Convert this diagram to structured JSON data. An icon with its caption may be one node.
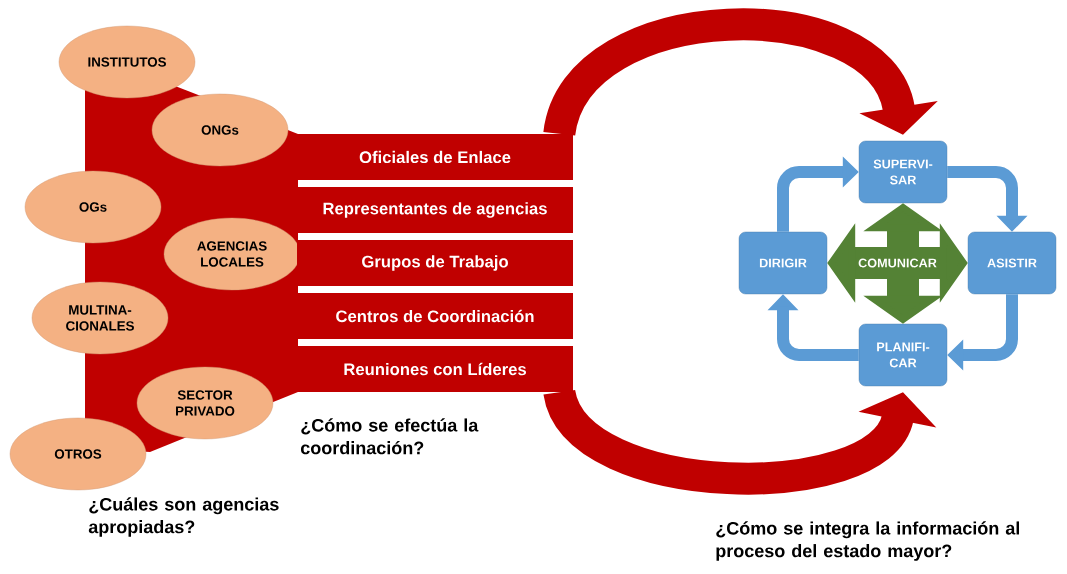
{
  "diagram": {
    "nodes": [
      {
        "text": [
          "INSTITUTOS"
        ]
      },
      {
        "text": [
          "ONGs"
        ]
      },
      {
        "text": [
          "OGs"
        ]
      },
      {
        "text": [
          "AGENCIAS LOCALES"
        ]
      },
      {
        "text": [
          "MULTINA- CIONALES"
        ]
      },
      {
        "text": [
          "SECTOR PRIVADO"
        ]
      },
      {
        "text": [
          "OTROS"
        ]
      },
      {
        "text": [
          "Oficiales de Enlace"
        ]
      },
      {
        "text": [
          "Representantes de agencias"
        ]
      },
      {
        "text": [
          "Grupos de Trabajo"
        ]
      },
      {
        "text": [
          "Centros de Coordinación"
        ]
      },
      {
        "text": [
          "Reuniones con Líderes"
        ]
      },
      {
        "text": [
          "SUPERVI- SAR"
        ]
      },
      {
        "text": [
          "ASISTIR"
        ]
      },
      {
        "text": [
          "PLANIFI- CAR"
        ]
      },
      {
        "text": [
          "DIRIGIR"
        ]
      }
    ],
    "edges": [
      {
        "from": 7,
        "to": 12,
        "arrow": "to",
        "style": "thick",
        "color": "#c00000"
      },
      {
        "from": 11,
        "to": 14,
        "arrow": "to",
        "style": "thick",
        "color": "#c00000"
      },
      {
        "from": 15,
        "to": 12,
        "arrow": "to"
      },
      {
        "from": 12,
        "to": 13,
        "arrow": "to"
      },
      {
        "from": 13,
        "to": 14,
        "arrow": "to"
      },
      {
        "from": 14,
        "to": 15,
        "arrow": "to"
      },
      {
        "from": 12,
        "to": 14,
        "arrow": "both",
        "style": "thick",
        "color": "#548235"
      },
      {
        "from": 15,
        "to": 13,
        "arrow": "both",
        "style": "thick",
        "color": "#548235",
        "label": "COMUNICAR"
      }
    ],
    "labels": [
      "¿Cómo se efectúa la coordinación?",
      "¿Cuáles son agencias apropiadas?",
      "¿Cómo se integra la información al proceso del estado mayor?"
    ]
  }
}
